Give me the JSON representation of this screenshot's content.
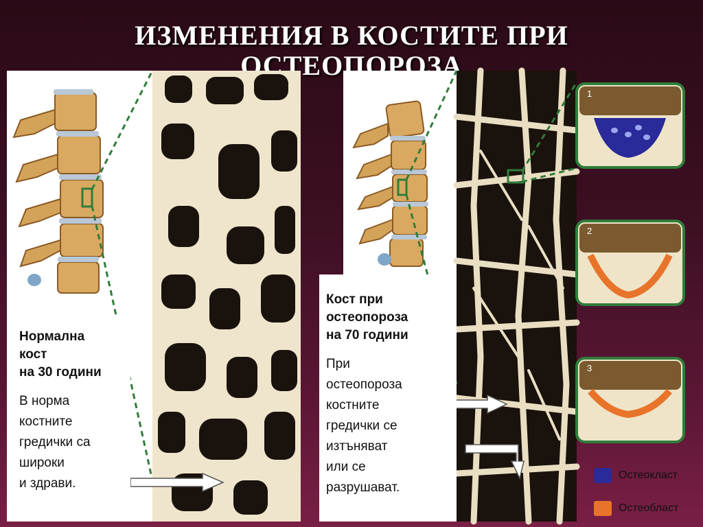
{
  "slide": {
    "title_line1": "ИЗМЕНЕНИЯ В КОСТИТЕ ПРИ",
    "title_line2": "ОСТЕОПОРОЗА"
  },
  "normal": {
    "heading": [
      "Нормална",
      "кост",
      "на 30 години"
    ],
    "body": [
      "В норма",
      "костните",
      "гредички са",
      "широки",
      "и здрави."
    ]
  },
  "osteoporosis": {
    "heading": [
      "Кост  при",
      "остеопороза",
      "на 70 години"
    ],
    "body": [
      "При",
      "остеопороза",
      "костните",
      "гредички се",
      "изтъняват",
      "или се",
      "разрушават."
    ]
  },
  "stages": [
    "1",
    "2",
    "3"
  ],
  "legend": [
    {
      "label": "Остеокласт",
      "color": "#2a2a9a"
    },
    {
      "label": "Остеобласт",
      "color": "#e8742a"
    }
  ],
  "colors": {
    "bone": "#efe5cc",
    "marrow": "#1a120c",
    "frame_green": "#2f7d3a",
    "title": "#ffffff"
  }
}
